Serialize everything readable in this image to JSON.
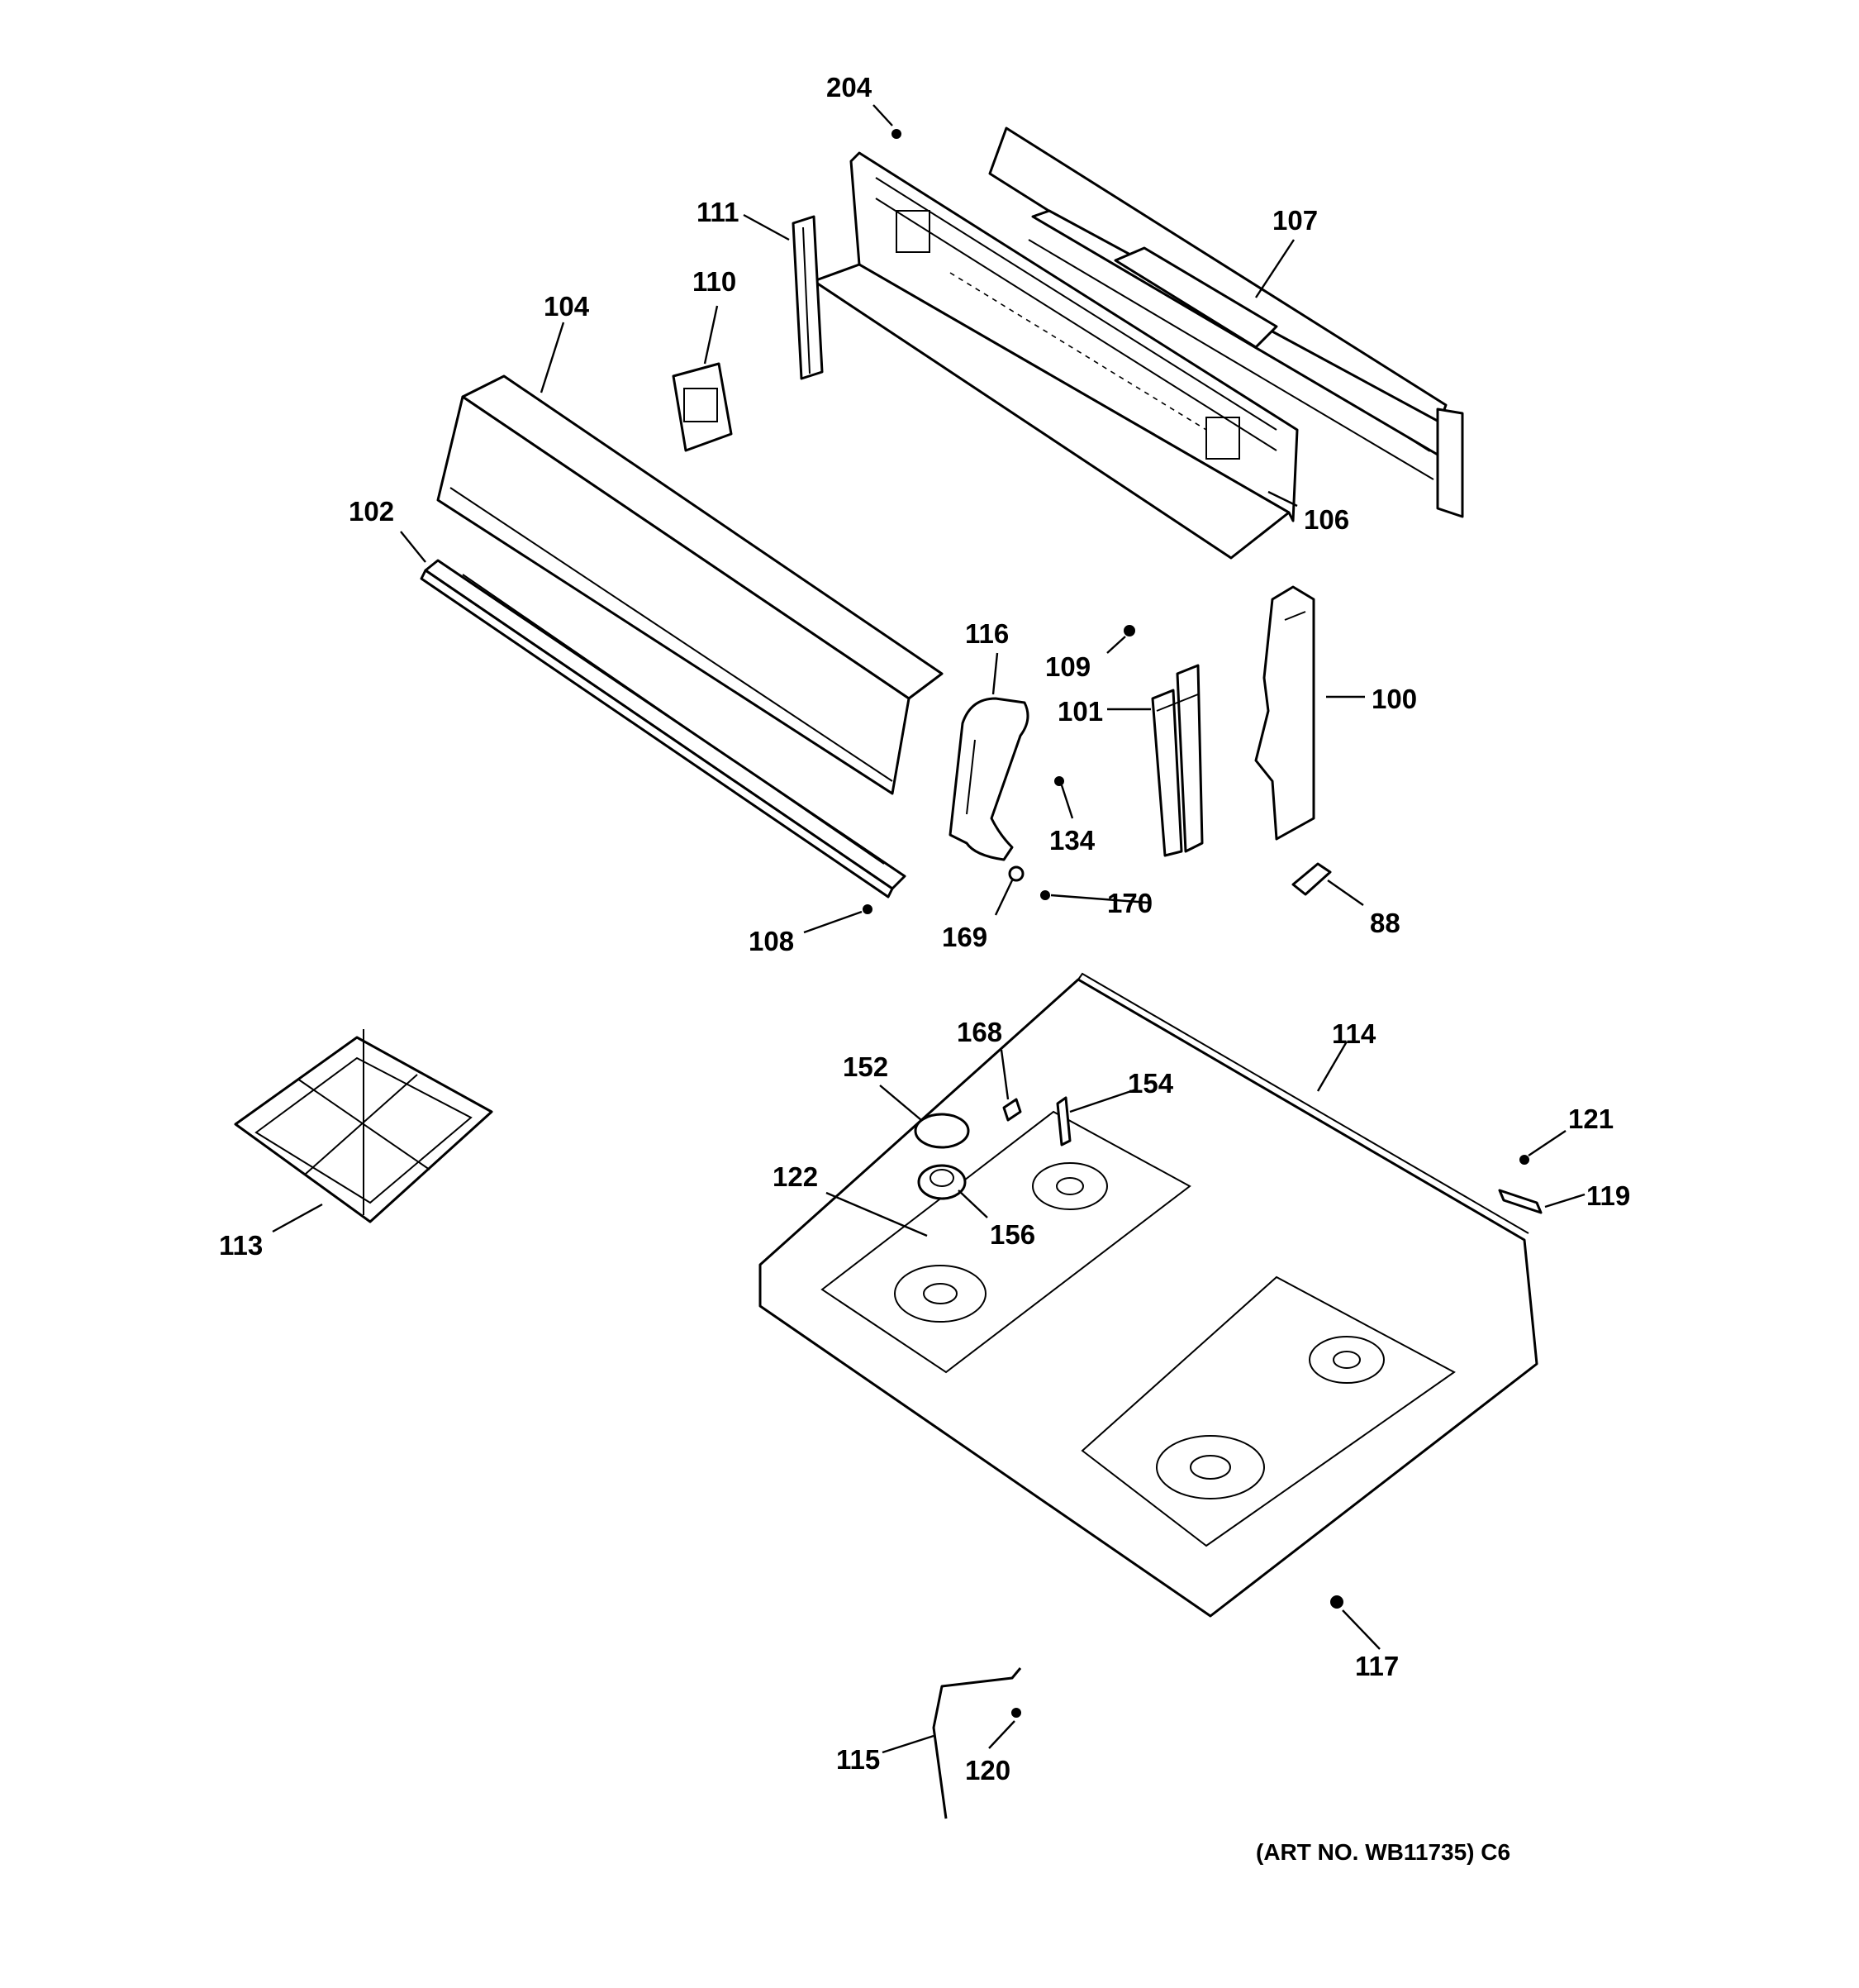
{
  "parts": {
    "p204": "204",
    "p111": "111",
    "p110": "110",
    "p104": "104",
    "p107": "107",
    "p106": "106",
    "p102": "102",
    "p116": "116",
    "p109": "109",
    "p101": "101",
    "p100": "100",
    "p134": "134",
    "p170": "170",
    "p169": "169",
    "p108": "108",
    "p88": "88",
    "p168": "168",
    "p152": "152",
    "p154": "154",
    "p114": "114",
    "p121": "121",
    "p122": "122",
    "p156": "156",
    "p119": "119",
    "p113": "113",
    "p117": "117",
    "p115": "115",
    "p120": "120"
  },
  "art_number": "(ART NO. WB11735) C6"
}
